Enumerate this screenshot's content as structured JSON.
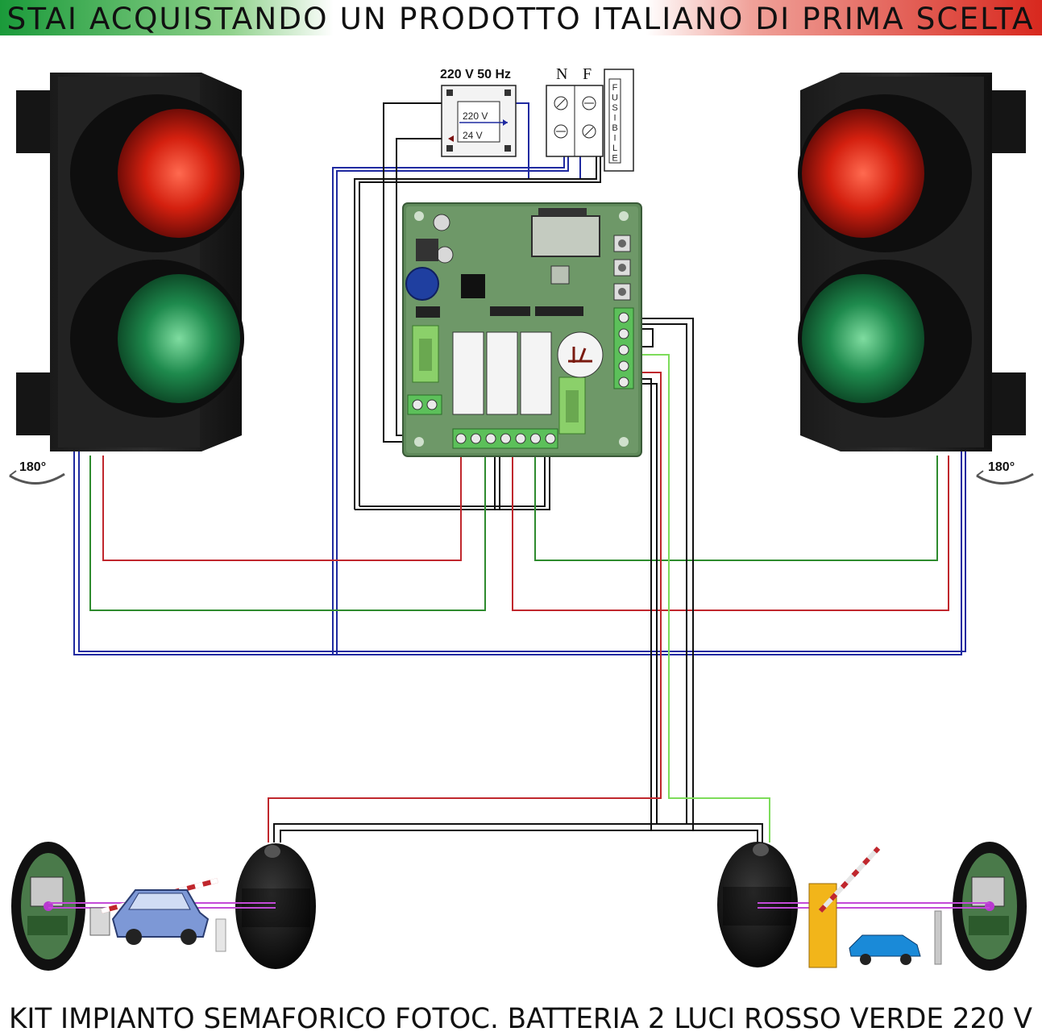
{
  "header": {
    "banner": "STAI ACQUISTANDO UN PRODOTTO ITALIANO DI PRIMA SCELTA"
  },
  "power": {
    "supply_label": "220 V 50 Hz",
    "transformer_in": "220 V",
    "transformer_out": "24 V"
  },
  "terminals": {
    "neutral": "N",
    "phase": "F",
    "fuse_letters": [
      "F",
      "U",
      "S",
      "I",
      "B",
      "I",
      "L",
      "E"
    ]
  },
  "rotation": {
    "left": "180°",
    "right": "180°"
  },
  "footer": {
    "title": "KIT IMPIANTO SEMAFORICO FOTOC. BATTERIA 2 LUCI ROSSO VERDE 220 V"
  },
  "colors": {
    "red_wire": "#c0272d",
    "green_wire": "#2e8b2e",
    "blue_wire": "#1f2aa0",
    "black_wire": "#111111",
    "light_green_wire": "#7ddc5a",
    "pcb": "#5f8a5a"
  }
}
